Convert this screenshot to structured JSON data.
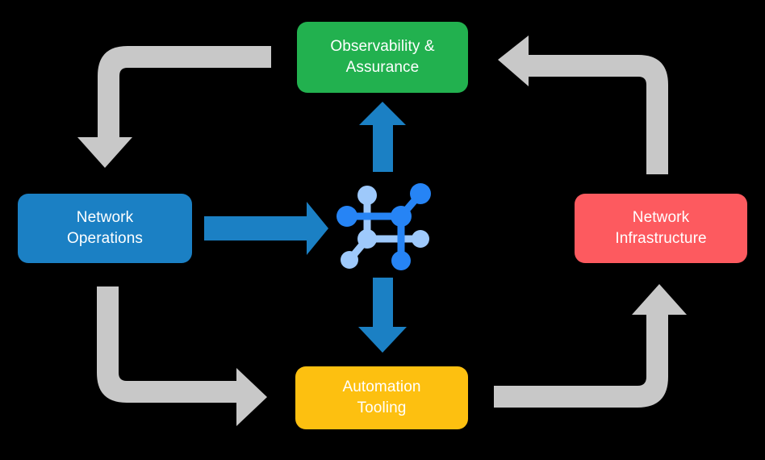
{
  "diagram": {
    "type": "cycle-diagram",
    "title": "",
    "background_color": "#000000",
    "center": {
      "icon": "network-topology-icon",
      "colors": {
        "primary": "#2684f5",
        "secondary": "#9ec9fb"
      }
    },
    "nodes": [
      {
        "id": "observability",
        "label": "Observability &\nAssurance",
        "color": "#22b14f",
        "position": "top"
      },
      {
        "id": "operations",
        "label": "Network\nOperations",
        "color": "#1b80c4",
        "position": "left"
      },
      {
        "id": "infrastructure",
        "label": "Network\nInfrastructure",
        "color": "#fd5a5f",
        "position": "right"
      },
      {
        "id": "automation",
        "label": "Automation\nTooling",
        "color": "#fdc010",
        "position": "bottom"
      }
    ],
    "connectors": [
      {
        "id": "operations-to-center",
        "from": "operations",
        "to": "center",
        "color": "#1b80c4",
        "style": "straight-arrow",
        "direction": "right"
      },
      {
        "id": "center-to-observability",
        "from": "center",
        "to": "observability",
        "color": "#1b80c4",
        "style": "straight-arrow",
        "direction": "up"
      },
      {
        "id": "center-to-automation",
        "from": "center",
        "to": "automation",
        "color": "#1b80c4",
        "style": "straight-arrow",
        "direction": "down"
      },
      {
        "id": "observability-to-operations",
        "from": "observability",
        "to": "operations",
        "color": "#c8c8c8",
        "style": "elbow-arrow",
        "direction": "down"
      },
      {
        "id": "operations-to-automation",
        "from": "operations",
        "to": "automation",
        "color": "#c8c8c8",
        "style": "elbow-arrow",
        "direction": "right"
      },
      {
        "id": "automation-to-infrastructure",
        "from": "automation",
        "to": "infrastructure",
        "color": "#c8c8c8",
        "style": "elbow-arrow",
        "direction": "up"
      },
      {
        "id": "infrastructure-to-observability",
        "from": "infrastructure",
        "to": "observability",
        "color": "#c8c8c8",
        "style": "elbow-arrow",
        "direction": "left"
      }
    ]
  }
}
